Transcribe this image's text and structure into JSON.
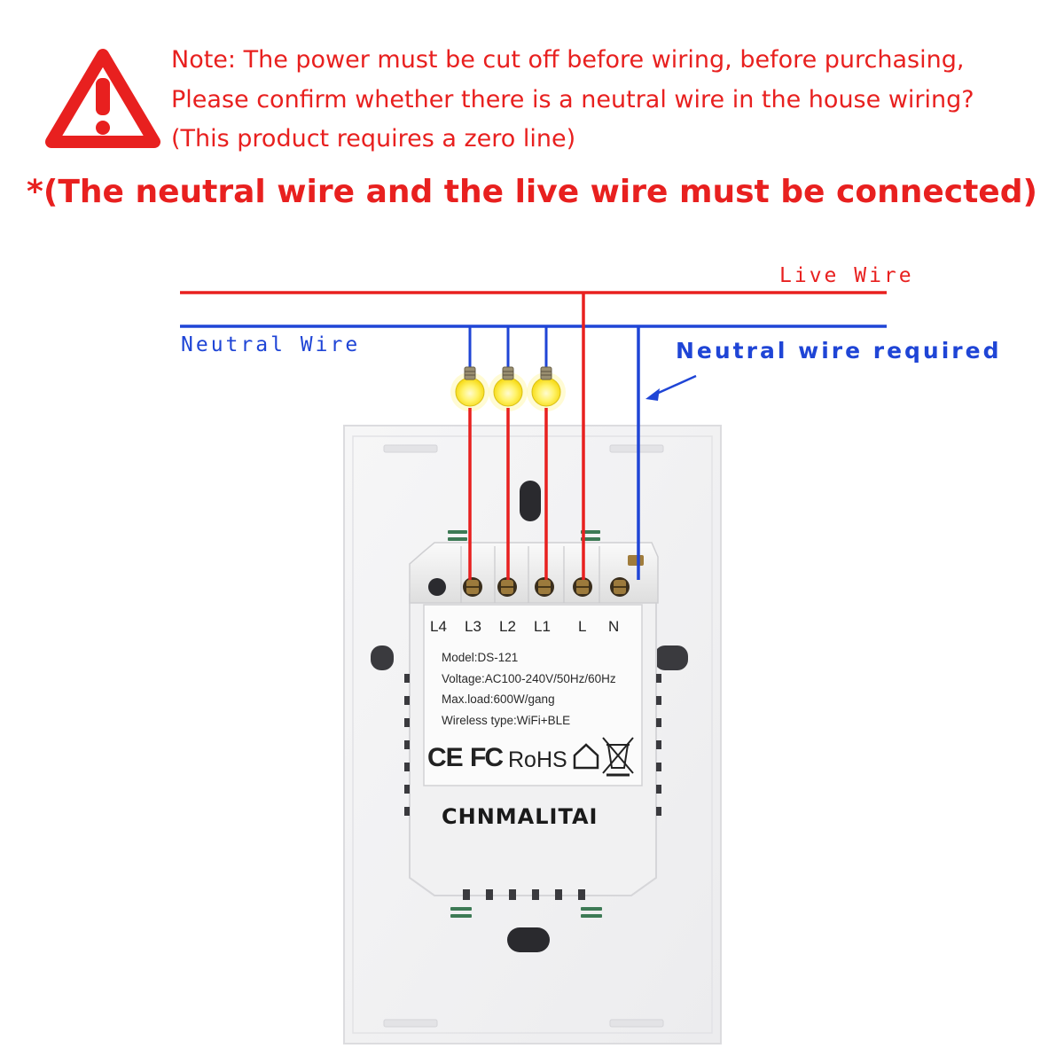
{
  "notice": {
    "line1": "Note: The power must be cut off before wiring, before purchasing,",
    "line2": "Please confirm whether there is a neutral wire in the house wiring?",
    "line3": "(This product requires a zero line)",
    "headline": "*(The neutral wire and the live wire must be connected)"
  },
  "wires": {
    "live_label": "Live Wire",
    "neutral_label": "Neutral Wire",
    "callout": "Neutral wire required",
    "live_color": "#e8201f",
    "neutral_color": "#1f45d6"
  },
  "terminals": [
    "L4",
    "L3",
    "L2",
    "L1",
    "L",
    "N"
  ],
  "specs": {
    "model": "Model:DS-121",
    "voltage": "Voltage:AC100-240V/50Hz/60Hz",
    "load": "Max.load:600W/gang",
    "wireless": "Wireless type:WiFi+BLE"
  },
  "certifications": {
    "ce": "CE",
    "fc": "FC",
    "rohs": "RoHS"
  },
  "brand": "CHNMALITAI",
  "icons": [
    "warning-triangle-icon",
    "light-bulb-icon",
    "house-icon",
    "weee-bin-icon"
  ]
}
